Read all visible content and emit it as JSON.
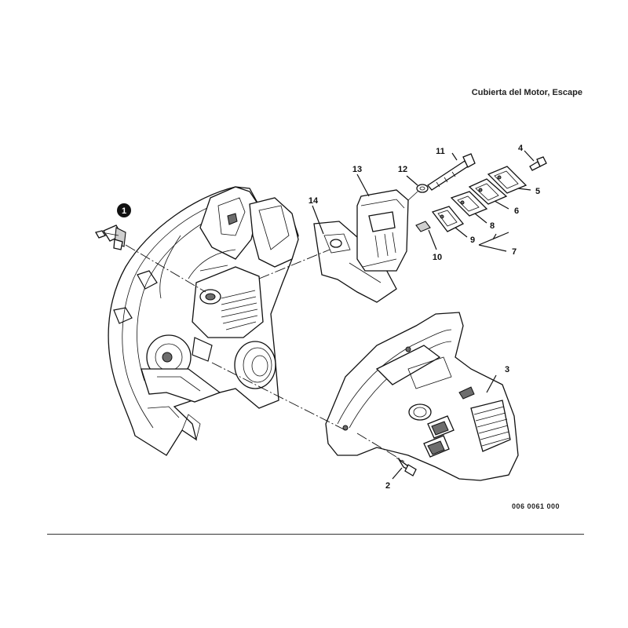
{
  "header": {
    "title": "Cubierta del Motor, Escape"
  },
  "footer": {
    "doc_number": "006 0061 000"
  },
  "callouts": {
    "c1": "1",
    "c2": "2",
    "c3": "3",
    "c4": "4",
    "c5": "5",
    "c6": "6",
    "c7": "7",
    "c8": "8",
    "c9": "9",
    "c10": "10",
    "c11": "11",
    "c12": "12",
    "c13": "13",
    "c14": "14"
  }
}
